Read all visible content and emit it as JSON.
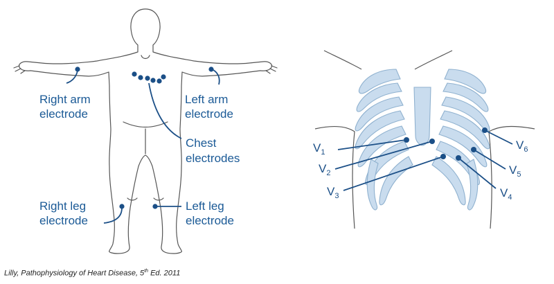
{
  "left_figure": {
    "labels": {
      "right_arm": [
        "Right arm",
        "electrode"
      ],
      "left_arm": [
        "Left arm",
        "electrode"
      ],
      "chest": [
        "Chest",
        "electrodes"
      ],
      "right_leg": [
        "Right leg",
        "electrode"
      ],
      "left_leg": [
        "Left leg",
        "electrode"
      ]
    }
  },
  "right_figure": {
    "leads": [
      {
        "id": "V1",
        "letter": "V",
        "num": "1"
      },
      {
        "id": "V2",
        "letter": "V",
        "num": "2"
      },
      {
        "id": "V3",
        "letter": "V",
        "num": "3"
      },
      {
        "id": "V4",
        "letter": "V",
        "num": "4"
      },
      {
        "id": "V5",
        "letter": "V",
        "num": "5"
      },
      {
        "id": "V6",
        "letter": "V",
        "num": "6"
      }
    ]
  },
  "caption": {
    "prefix": "Lilly, Pathophysiology of Heart Disease, 5",
    "superscript": "th",
    "suffix": " Ed. 2011"
  },
  "colors": {
    "electrode": "#1b4f87",
    "label": "#1b5a96",
    "outline": "#555555",
    "rib_fill": "#c9dcee",
    "rib_stroke": "#8fb1cf"
  }
}
